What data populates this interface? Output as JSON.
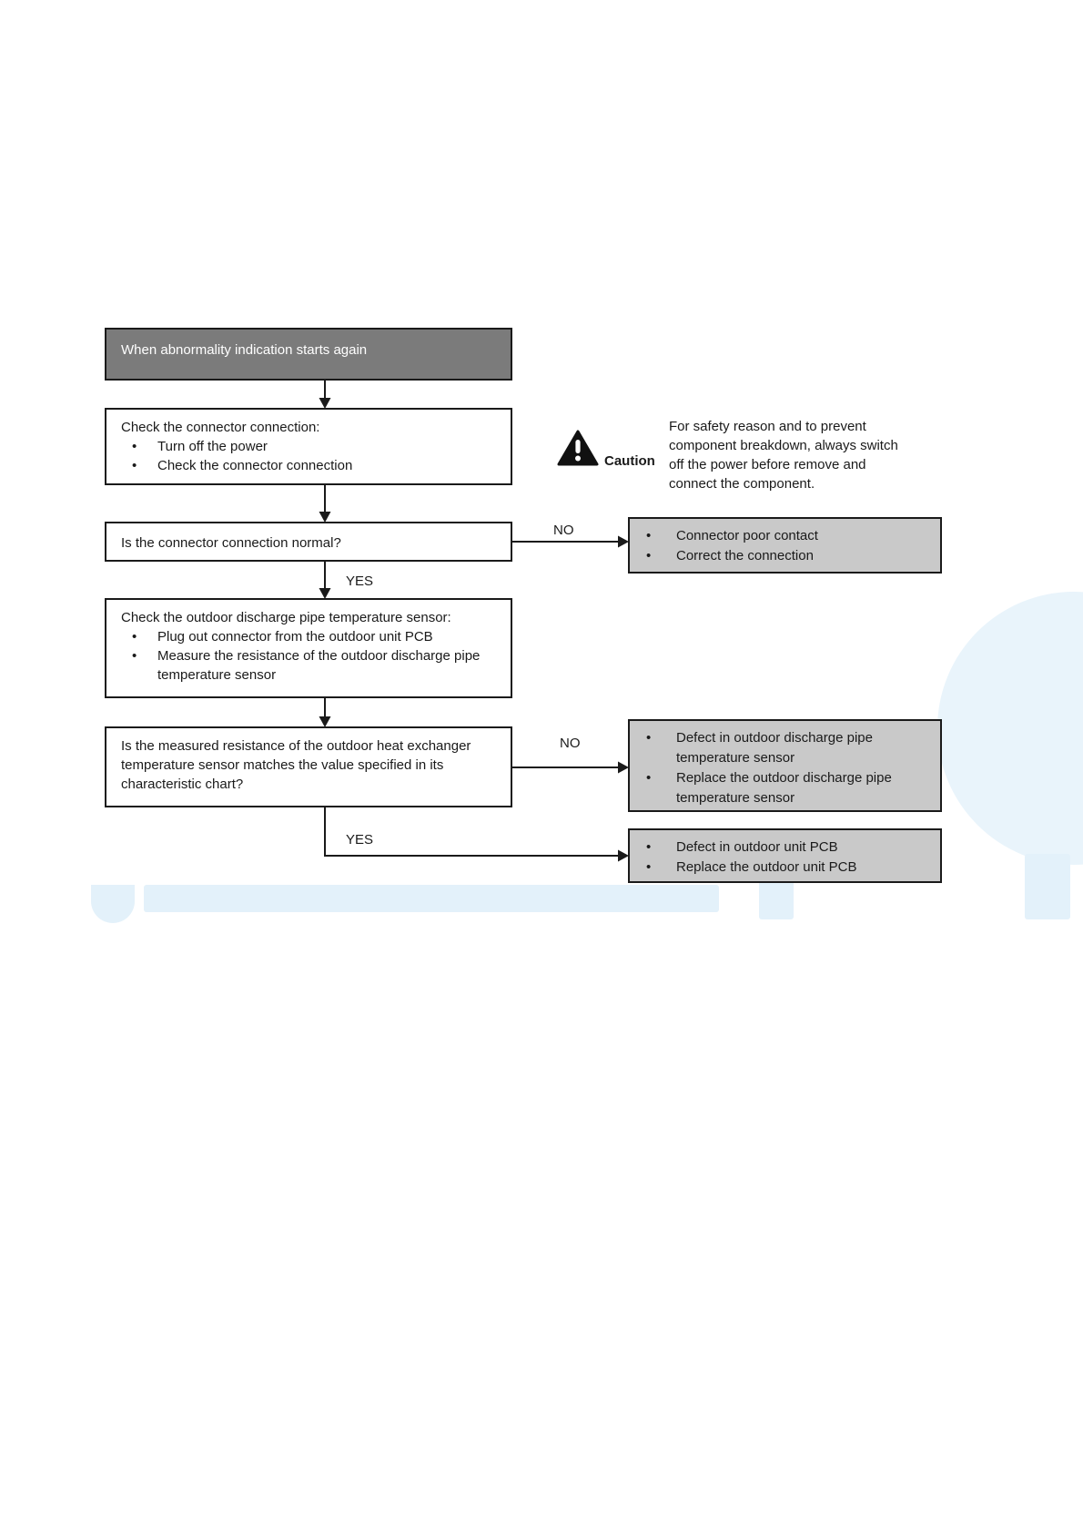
{
  "colors": {
    "box_border": "#1a1a1a",
    "start_box_fill": "#7b7b7b",
    "start_box_text": "#ffffff",
    "result_box_fill": "#c9c9c9",
    "text": "#1a1a1a",
    "watermark": "#e3f1fa"
  },
  "flowchart": {
    "start": "When abnormality indication starts again",
    "labels": {
      "yes": "YES",
      "no": "NO"
    },
    "step_check_connector": {
      "title": "Check the connector connection:",
      "bullet_marker": "•",
      "bullets": [
        "Turn off the power",
        "Check the connector connection"
      ]
    },
    "caution": {
      "label": "Caution",
      "text": "For safety reason and to prevent\ncomponent breakdown, always switch\noff the power before remove and\nconnect the component."
    },
    "q_connector_normal": "Is the connector connection normal?",
    "result_connector": {
      "bullets": [
        "Connector poor contact",
        "Correct the connection"
      ]
    },
    "step_check_sensor": {
      "title": "Check the outdoor discharge pipe temperature sensor:",
      "bullets": [
        "Plug out connector from the outdoor unit PCB",
        "Measure the resistance of the outdoor discharge pipe\ntemperature sensor"
      ]
    },
    "q_resistance_match": "Is the measured resistance of the outdoor heat exchanger\ntemperature sensor matches the value specified in its\ncharacteristic chart?",
    "result_sensor": {
      "bullets": [
        "Defect in outdoor discharge pipe\ntemperature sensor",
        "Replace the outdoor discharge pipe\ntemperature sensor"
      ]
    },
    "result_pcb": {
      "bullets": [
        "Defect in outdoor unit PCB",
        "Replace the outdoor unit PCB"
      ]
    }
  }
}
